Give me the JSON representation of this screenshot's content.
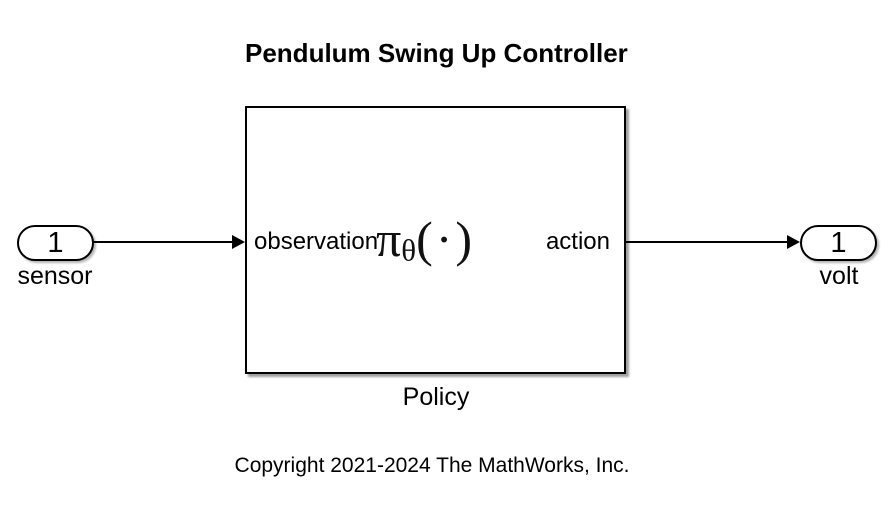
{
  "title": "Pendulum Swing Up Controller",
  "inport": {
    "port_number": "1",
    "name": "sensor"
  },
  "policy_block": {
    "name": "Policy",
    "input_label": "observation",
    "output_label": "action",
    "expression": {
      "symbol": "π",
      "subscript": "θ",
      "open_paren": "(",
      "dot": "·",
      "close_paren": ")"
    }
  },
  "outport": {
    "port_number": "1",
    "name": "volt"
  },
  "copyright": "Copyright 2021-2024 The MathWorks, Inc.",
  "colors": {
    "background": "#ffffff",
    "ink": "#000000",
    "block_fill": "#ffffff",
    "shadow": "#a0a0a0"
  }
}
